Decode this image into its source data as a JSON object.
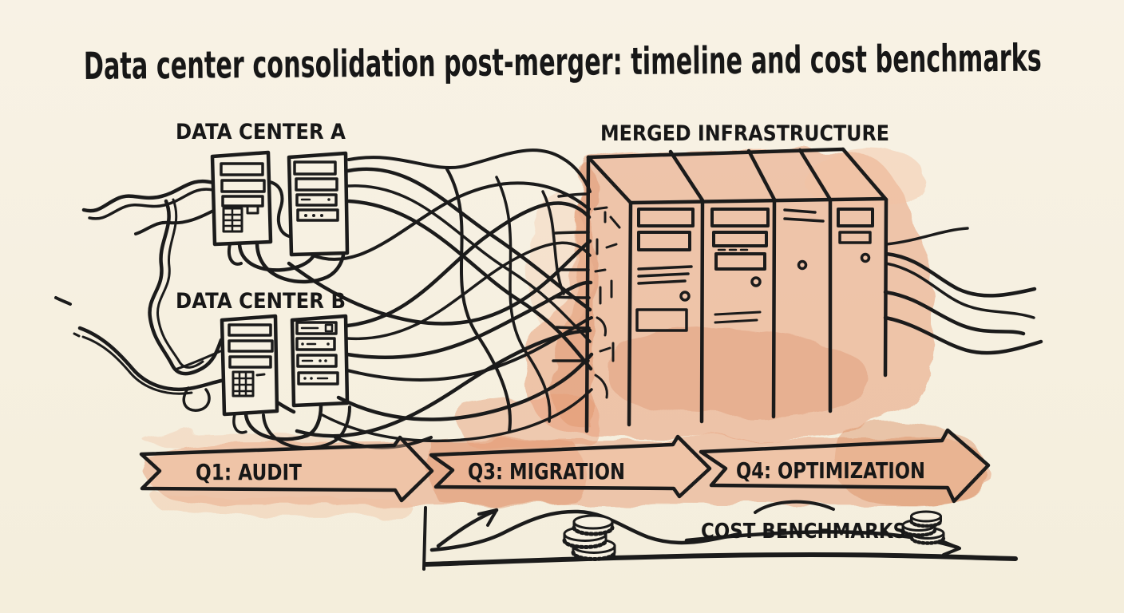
{
  "title": "Data center consolidation post-merger: timeline and cost benchmarks",
  "diagram": {
    "sources": [
      {
        "label": "DATA CENTER A",
        "icon": "server-rack-icon"
      },
      {
        "label": "DATA CENTER B",
        "icon": "server-rack-icon"
      }
    ],
    "merged": {
      "label": "MERGED INFRASTRUCTURE",
      "icon": "merged-rack-cabinet-icon"
    },
    "connections": {
      "icon": "tangled-cables-icon"
    },
    "timeline": {
      "phases": [
        {
          "label": "Q1: AUDIT"
        },
        {
          "label": "Q3: MIGRATION"
        },
        {
          "label": "Q4: OPTIMIZATION"
        }
      ]
    },
    "benchmarks": {
      "label": "COST BENCHMARKS",
      "icon": "coin-stack-icon",
      "coin_stacks": 2
    }
  },
  "colors": {
    "paper": "#f7f1e2",
    "ink": "#1b1b1b",
    "wash": "#e69c76",
    "wash_dark": "#d9875d",
    "wash_light": "#f1c0a0"
  }
}
